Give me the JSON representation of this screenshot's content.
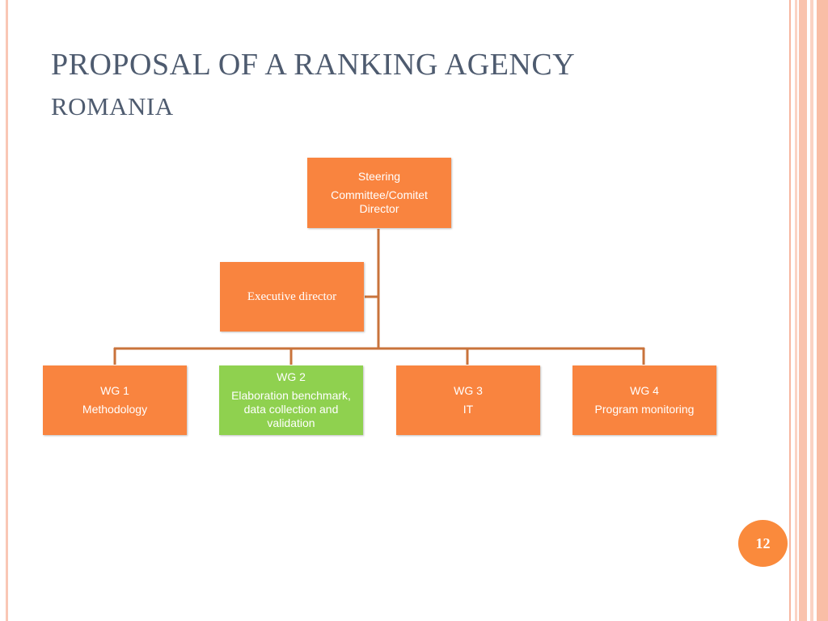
{
  "slide": {
    "title": "PROPOSAL OF A RANKING AGENCY",
    "subtitle": "ROMANIA",
    "page_number": "12"
  },
  "org_chart": {
    "steering": {
      "line1": "Steering",
      "line2": "Committee/Comitet Director"
    },
    "executive": {
      "label": "Executive director"
    },
    "working_groups": [
      {
        "line1": "WG 1",
        "line2": "Methodology"
      },
      {
        "line1": "WG 2",
        "line2": "Elaboration benchmark, data collection and validation"
      },
      {
        "line1": "WG 3",
        "line2": "IT"
      },
      {
        "line1": "WG 4",
        "line2": "Program monitoring"
      }
    ]
  },
  "colors": {
    "node_orange": "#f9843f",
    "node_green": "#8fd14f",
    "connector": "#c9733b",
    "title": "#4e5b6f",
    "badge": "#fa8a3c"
  }
}
